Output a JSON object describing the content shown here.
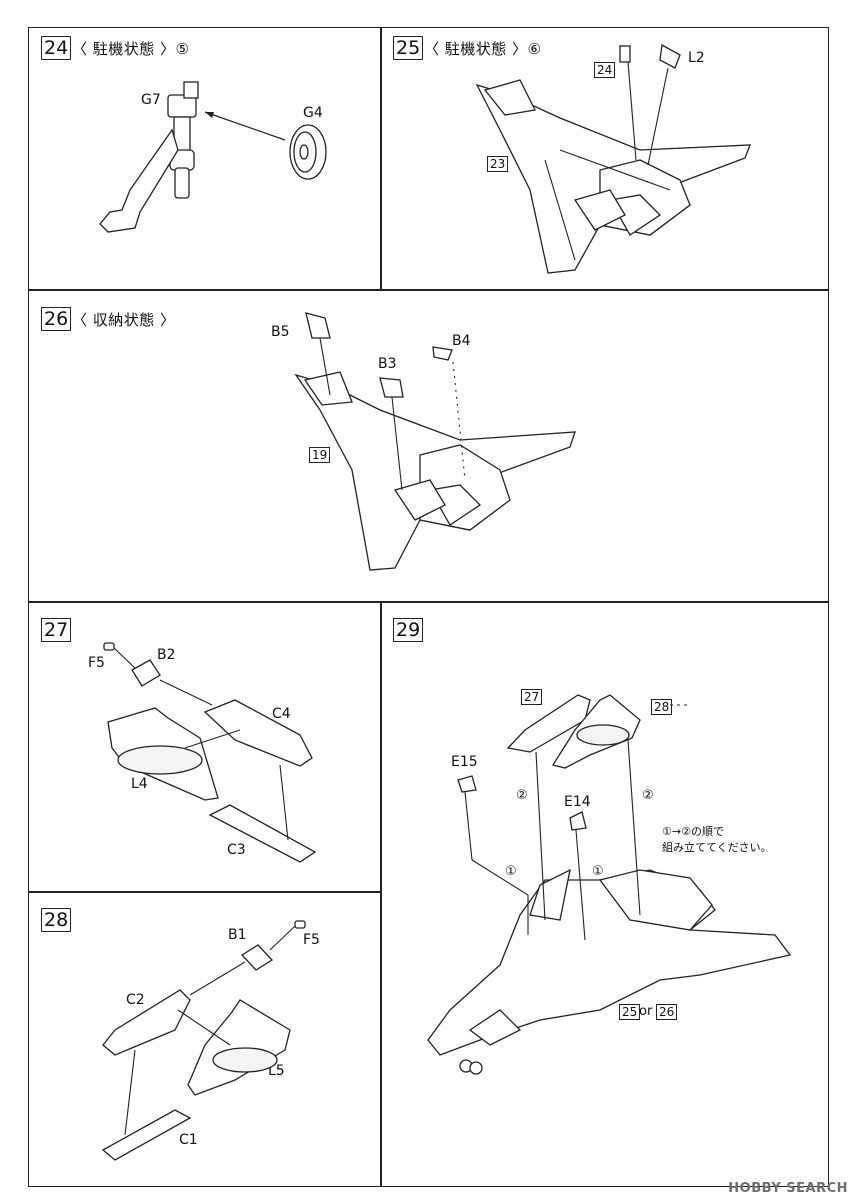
{
  "steps": {
    "s24": {
      "num": "24",
      "title": "〈 駐機状態 〉⑤",
      "labels": {
        "g7": "G7",
        "g4": "G4"
      }
    },
    "s25": {
      "num": "25",
      "title": "〈 駐機状態 〉⑥",
      "labels": {
        "ref24": "24",
        "l2": "L2",
        "ref23": "23"
      }
    },
    "s26": {
      "num": "26",
      "title": "〈 収納状態 〉",
      "labels": {
        "b5": "B5",
        "b3": "B3",
        "b4": "B4",
        "ref19": "19"
      }
    },
    "s27": {
      "num": "27",
      "labels": {
        "f5": "F5",
        "b2": "B2",
        "c4": "C4",
        "l4": "L4",
        "c3": "C3"
      }
    },
    "s28": {
      "num": "28",
      "labels": {
        "b1": "B1",
        "f5": "F5",
        "c2": "C2",
        "l5": "L5",
        "c1": "C1"
      }
    },
    "s29": {
      "num": "29",
      "labels": {
        "ref27": "27",
        "ref28": "28",
        "e15": "E15",
        "e14": "E14",
        "ref25": "25",
        "or": "or",
        "ref26": "26"
      },
      "order": {
        "c2a": "②",
        "c2b": "②",
        "c1a": "①",
        "c1b": "①"
      },
      "note_line1": "①→②の順で",
      "note_line2": "組み立ててください。"
    }
  },
  "watermark": "HOBBY SEARCH"
}
